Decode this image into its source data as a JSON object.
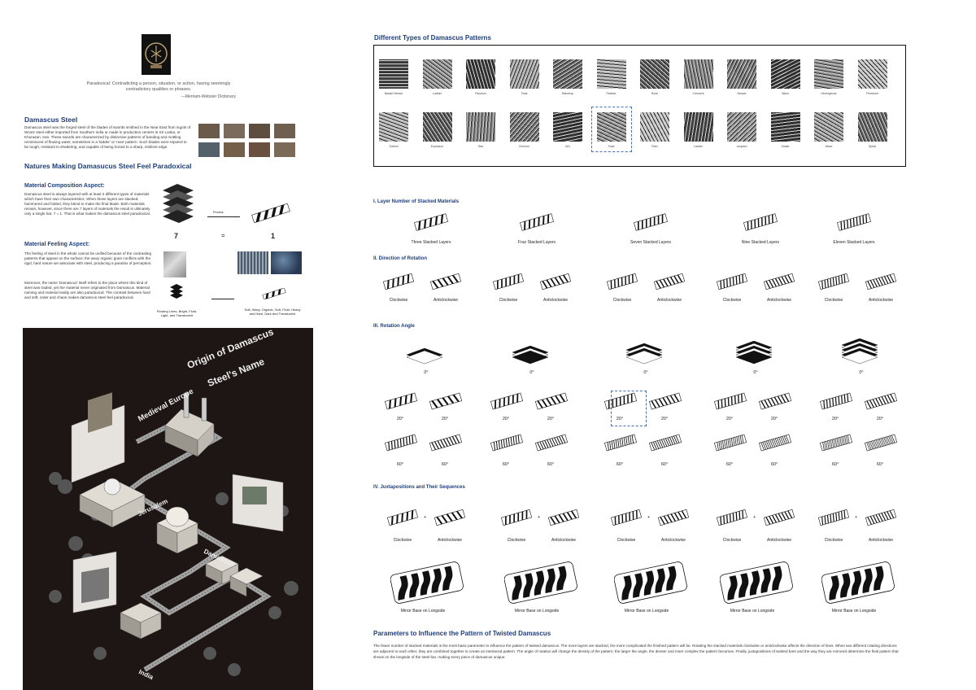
{
  "quote": {
    "text": "Paradoxical: Contradicting a person, situation, or action, having seemingly contradictory qualities or phrases.",
    "source": "—Merriam-Webster Dictionary"
  },
  "left": {
    "damascus_title": "Damascus Steel",
    "damascus_text": "Damascus steel was the forged steel of the blades of swords smithed in the Near East from ingots of Wootz steel either imported from Southern India or made in production centers in Sri Lanka, or Khorasan, Iran. These swords are characterized by distinctive patterns of banding and mottling reminiscent of flowing water, sometimes in a 'ladder' or 'rose' pattern. Such blades were reputed to be tough, resistant to shattering, and capable of being honed to a sharp, resilient edge.",
    "nature_title": "Natures Making Damasucus Steel Feel Paradoxical",
    "material_title": "Material Composition Aspect:",
    "material_text": "Damascus steel is always layered with at least 2 different types of materials which have their own characteristics. When these layers are stacked, hammered and folded, they blend to make the final blade. Both materials remain, however, since there are 7 layers of materials the result is ultimately only a single bar, 7 = 1. That is what makes the damascus steel paradoxical.",
    "eq_left": "7",
    "eq_mid": "=",
    "eq_right": "1",
    "feeling_title": "Material Feeling Aspect:",
    "feeling_text_1": "The feeling of steel in the whole cannot be unified because of the contrasting patterns that appear on the surface; the wavy organic grain conflicts with the rigid, hard nature we associate with steel, producing a paradox of perception.",
    "feeling_text_2": "Moreover, the name 'Damascus' itself refers to the place where this kind of steel was traded, yet the material never originated from Damascus. Material naming and material reality are also paradoxical. The contrast between hard and soft, order and chaos makes damascus steel feel paradoxical.",
    "caption_left": "Flowing Lines, Bright, Fluid, Light, and Translucent",
    "caption_right": "Soft, Wavy, Organic, Soft, Fluid, Heavy and Hard, Dark and Translucent",
    "arrow_label": "Process"
  },
  "origin": {
    "title_line1": "Origin of Damascus",
    "title_line2": "Steel's Name",
    "medieval": "Medieval Europe",
    "jerusalem": "Jerusalem",
    "damascus": "Damascus",
    "india": "India"
  },
  "patterns": {
    "title": "Different Types of Damascus Patterns",
    "row1": [
      "Basket Weave",
      "Ladder",
      "Random",
      "Twist",
      "Raindrop",
      "Feather",
      "Rose",
      "Crescent",
      "Mosaic",
      "Wave",
      "Herringbone",
      "Firestorm"
    ],
    "row2": [
      "Turkish",
      "Explosion",
      "Star",
      "Chevron",
      "W's",
      "Twist",
      "Rain",
      "Ladder",
      "Leopard",
      "Snake",
      "Wave",
      "Spiral"
    ]
  },
  "sections": {
    "s1_title": "I. Layer Number of Stacked Materials",
    "s1_labels": [
      "Three Stacked Layers",
      "Four Stacked Layers",
      "Seven Stacked Layers",
      "Nine Stacked Layers",
      "Eleven Stacked Layers"
    ],
    "s2_title": "II. Direction of Rotation",
    "s2_pairs": [
      [
        "Clockwise",
        "Anticlockwise"
      ],
      [
        "Clockwise",
        "Anticlockwise"
      ],
      [
        "Clockwise",
        "Anticlockwise"
      ],
      [
        "Clockwise",
        "Anticlockwise"
      ],
      [
        "Clockwise",
        "Anticlockwise"
      ]
    ],
    "s3_title": "III. Rotation Angle",
    "s3_zero": "0°",
    "s3_mid": [
      "20°",
      "20°"
    ],
    "s3_bot": [
      "60°",
      "60°"
    ],
    "s4_title": "IV. Juxtapositions and Their Sequences",
    "s4_pair": [
      "Clockwise",
      "Anticlockwise"
    ],
    "s4_plus": "+",
    "s4_labels": [
      "Mirror Base on Longside",
      "Mirror Base on Longside",
      "Mirror Base on Longside",
      "Mirror Base on Longside",
      "Mirror Base on Longside"
    ],
    "params_title": "Parameters to Influence the Pattern of Twisted Damascus",
    "params_text": "The fewer number of stacked materials is the most basic parameter to influence the pattern of twisted damascus. The more layers are stacked, the more complicated the finished pattern will be. Rotating the stacked materials clockwise or anticlockwise affects the direction of lines. When two different rotating directions are adjacent to each other, they are combined together to create an interlaced pattern. The angle of rotation will change the density of the pattern; the larger the angle, the denser and more complex the pattern becomes. Finally, juxtapositions of twisted bars and the way they are mirrored determine the final pattern that shows on the longside of the steel bar, making every piece of damascus unique."
  },
  "colors": {
    "accent": "#1e3f7a",
    "dark_panel": "#1d1614",
    "highlight": "#4a6fb0"
  }
}
